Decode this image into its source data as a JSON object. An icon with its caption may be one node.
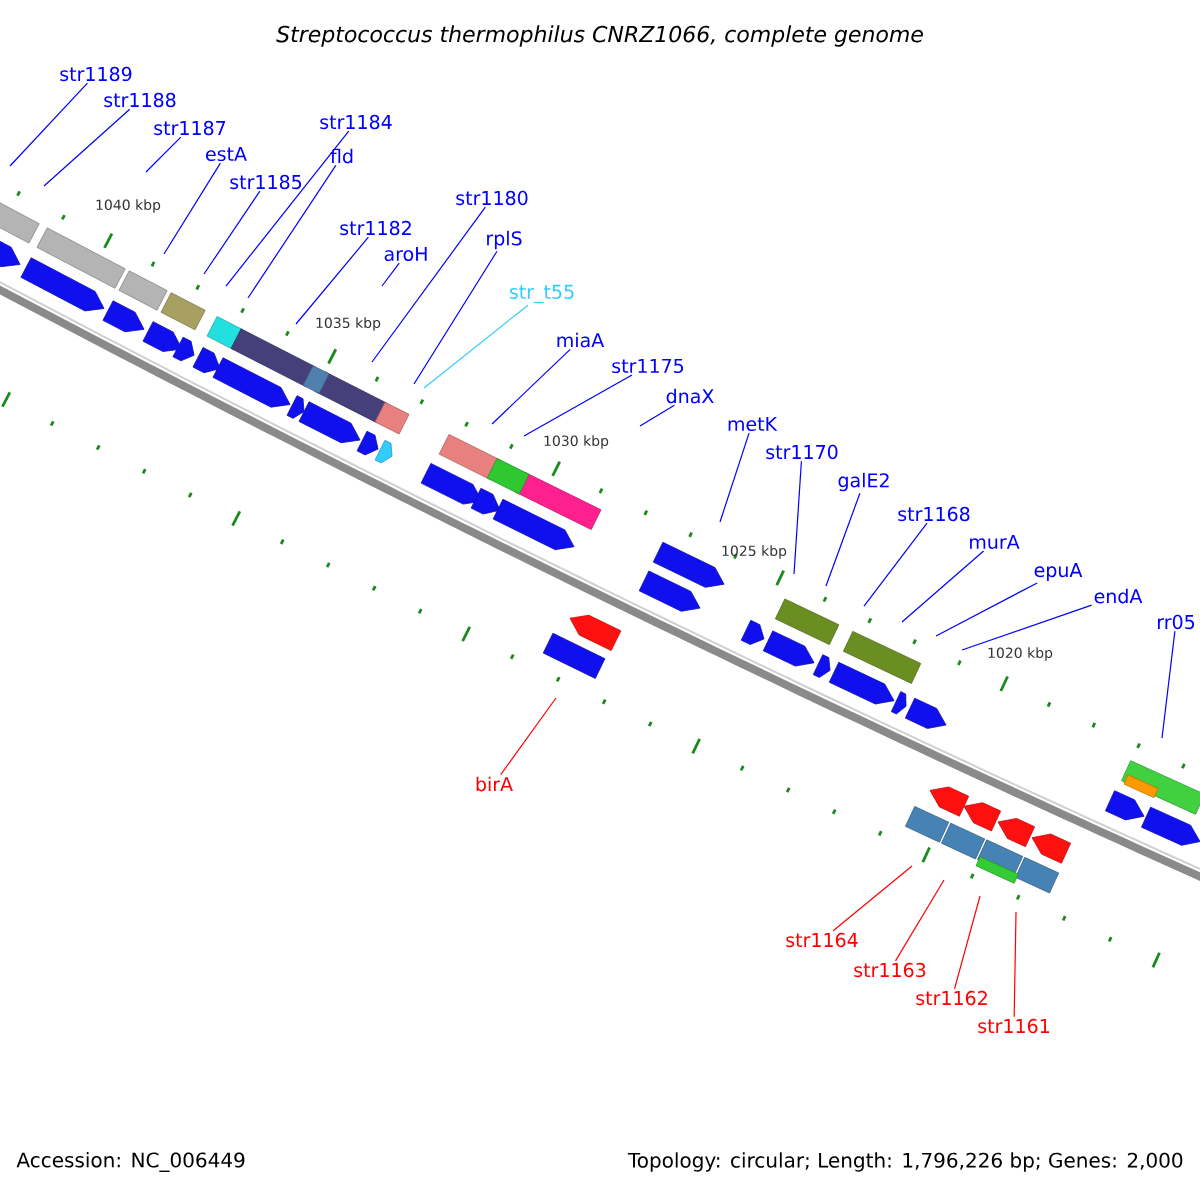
{
  "diagram": {
    "title": "Streptococcus thermophilus CNRZ1066, complete genome",
    "nodes": [
      {
        "text": [
          "str1189"
        ]
      },
      {
        "text": [
          "str1188"
        ]
      },
      {
        "text": [
          "str1187"
        ]
      },
      {
        "text": [
          "estA"
        ]
      },
      {
        "text": [
          "str1185"
        ]
      },
      {
        "text": [
          "str1184"
        ]
      },
      {
        "text": [
          "fld"
        ]
      },
      {
        "text": [
          "str1182"
        ]
      },
      {
        "text": [
          "aroH"
        ]
      },
      {
        "text": [
          "str1180"
        ]
      },
      {
        "text": [
          "rplS"
        ]
      },
      {
        "text": [
          "str_t55"
        ]
      },
      {
        "text": [
          "miaA"
        ]
      },
      {
        "text": [
          "str1175"
        ]
      },
      {
        "text": [
          "dnaX"
        ]
      },
      {
        "text": [
          "metK"
        ]
      },
      {
        "text": [
          "str1170"
        ]
      },
      {
        "text": [
          "galE2"
        ]
      },
      {
        "text": [
          "str1168"
        ]
      },
      {
        "text": [
          "murA"
        ]
      },
      {
        "text": [
          "epuA"
        ]
      },
      {
        "text": [
          "endA"
        ]
      },
      {
        "text": [
          "rr05"
        ]
      },
      {
        "text": [
          "birA"
        ]
      },
      {
        "text": [
          "str1164"
        ]
      },
      {
        "text": [
          "str1163"
        ]
      },
      {
        "text": [
          "str1162"
        ]
      },
      {
        "text": [
          "str1161"
        ]
      }
    ],
    "edges": [
      {
        "from": 0,
        "to": null,
        "arrow": "none"
      },
      {
        "from": 1,
        "to": null,
        "arrow": "none"
      },
      {
        "from": 2,
        "to": null,
        "arrow": "none"
      },
      {
        "from": 3,
        "to": null,
        "arrow": "none"
      },
      {
        "from": 4,
        "to": null,
        "arrow": "none"
      },
      {
        "from": 5,
        "to": null,
        "arrow": "none"
      },
      {
        "from": 6,
        "to": null,
        "arrow": "none"
      },
      {
        "from": 7,
        "to": null,
        "arrow": "none"
      },
      {
        "from": 8,
        "to": null,
        "arrow": "none"
      },
      {
        "from": 9,
        "to": null,
        "arrow": "none"
      },
      {
        "from": 10,
        "to": null,
        "arrow": "none"
      },
      {
        "from": 11,
        "to": null,
        "arrow": "none",
        "color": "#33ccff"
      },
      {
        "from": 12,
        "to": null,
        "arrow": "none"
      },
      {
        "from": 13,
        "to": null,
        "arrow": "none"
      },
      {
        "from": 14,
        "to": null,
        "arrow": "none"
      },
      {
        "from": 15,
        "to": null,
        "arrow": "none"
      },
      {
        "from": 16,
        "to": null,
        "arrow": "none"
      },
      {
        "from": 17,
        "to": null,
        "arrow": "none"
      },
      {
        "from": 18,
        "to": null,
        "arrow": "none"
      },
      {
        "from": 19,
        "to": null,
        "arrow": "none"
      },
      {
        "from": 20,
        "to": null,
        "arrow": "none"
      },
      {
        "from": 21,
        "to": null,
        "arrow": "none"
      },
      {
        "from": 22,
        "to": null,
        "arrow": "none"
      },
      {
        "from": 23,
        "to": null,
        "arrow": "none",
        "color": "#ff0000"
      },
      {
        "from": 24,
        "to": null,
        "arrow": "none",
        "color": "#ff0000"
      },
      {
        "from": 25,
        "to": null,
        "arrow": "none",
        "color": "#ff0000"
      },
      {
        "from": 26,
        "to": null,
        "arrow": "none",
        "color": "#ff0000"
      },
      {
        "from": 27,
        "to": null,
        "arrow": "none",
        "color": "#ff0000"
      }
    ],
    "labels": [
      "1040 kbp",
      "1035 kbp",
      "1030 kbp",
      "1025 kbp",
      "1020 kbp",
      "Accession: NC_006449",
      "Topology: circular; Length: 1,796,226 bp; Genes: 2,000"
    ]
  }
}
